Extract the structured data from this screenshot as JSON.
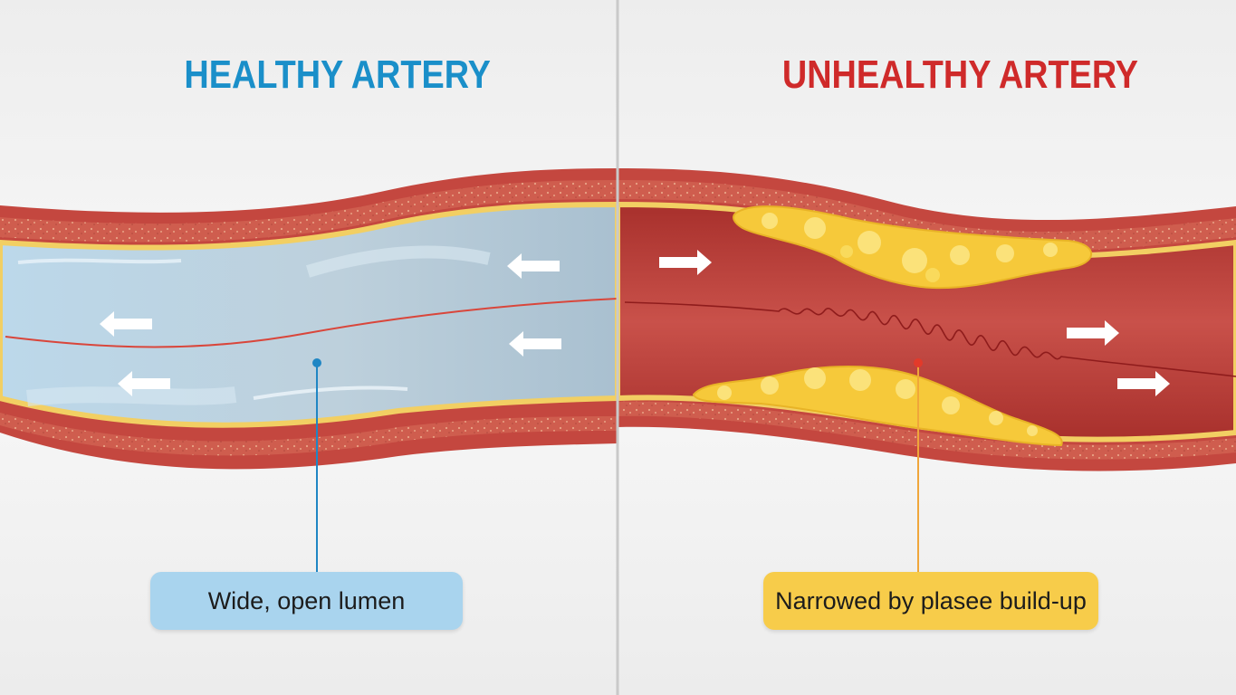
{
  "healthy": {
    "title": "HEALTHY ARTERY",
    "title_color": "#1a8fc9",
    "label": "Wide, open lumen",
    "label_bg": "#a9d4ee"
  },
  "unhealthy": {
    "title": "UNHEALTHY ARTERY",
    "title_color": "#cf2a2a",
    "label": "Narrowed by plasee build-up",
    "label_bg": "#f7cc4a"
  },
  "colors": {
    "vessel_wall": "#c8564a",
    "wall_texture": "#e0937a",
    "intima": "#f2cf63",
    "healthy_lumen": "#b9d2e2",
    "unhealthy_lumen": "#b83a33",
    "plaque": "#f6cb3b",
    "healthy_marker": "#1f86c4",
    "unhealthy_marker": "#e33a2a",
    "divider": "#c9c9c9"
  },
  "icons": {
    "flow_arrow": "white-arrow-icon",
    "turbulence": "wavy-flow-line"
  }
}
